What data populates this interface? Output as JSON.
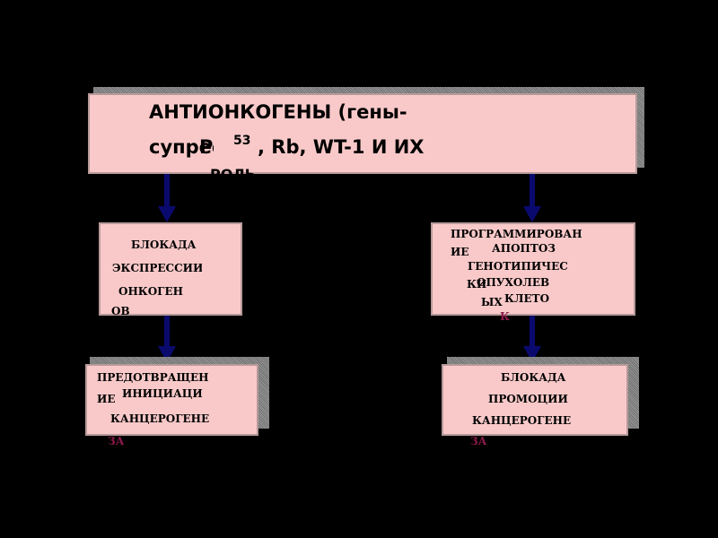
{
  "title_box": {
    "line1": "АНТИОНКОГЕНЫ (гены-",
    "line2a": "супрессоры",
    "line2b": "Р",
    "line2c": "53",
    "line2d": ", Rb, WT-1 И ИХ",
    "line3": "РОЛЬ"
  },
  "left_mid": {
    "line1": "БЛОКАДА",
    "line2": "ЭКСПРЕССИИ",
    "line3": "ОНКОГЕН",
    "line4": "ОВ"
  },
  "right_mid": {
    "line1": "ПРОГРАММИРОВАН",
    "line2": "ИЕ",
    "line3": "АПОПТОЗ",
    "line4": "ГЕНОТИПИЧЕС",
    "line5": "КИ",
    "line6": "ОПУХОЛЕВ",
    "line7": "ЫХ",
    "line8": "КЛЕТО",
    "line9": "К"
  },
  "left_bottom": {
    "line1": "ПРЕДОТВРАЩЕН",
    "line2": "ИЕ",
    "line3": "ИНИЦИАЦИ",
    "line4": "КАНЦЕРОГЕНЕ",
    "line5": "ЗА"
  },
  "right_bottom": {
    "line1": "БЛОКАДА",
    "line2": "ПРОМОЦИИ",
    "line3": "КАНЦЕРОГЕНЕ",
    "line4": "ЗА"
  },
  "colors": {
    "background": "#000000",
    "box_fill": "#f9c9c9",
    "arrow": "#0a0a6e",
    "overflow_text": "#8b1a4a"
  }
}
